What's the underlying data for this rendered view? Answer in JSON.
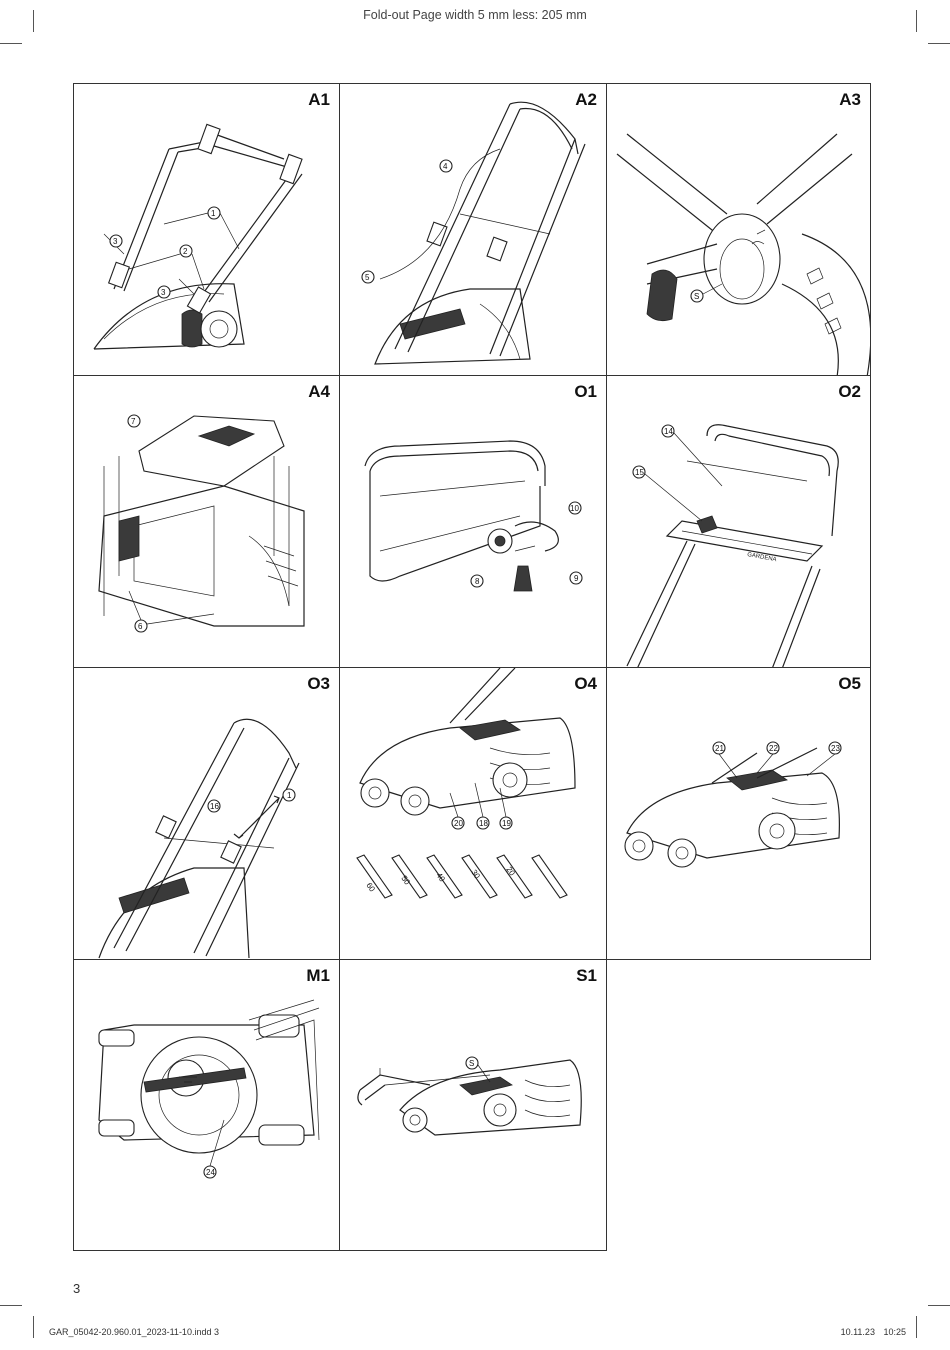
{
  "header": {
    "text": "Fold-out Page width 5 mm less: 205 mm"
  },
  "panels": {
    "a1": {
      "label": "A1",
      "callouts": [
        "1",
        "2",
        "3",
        "3"
      ]
    },
    "a2": {
      "label": "A2",
      "callouts": [
        "4",
        "5"
      ]
    },
    "a3": {
      "label": "A3",
      "callouts": [
        "S"
      ]
    },
    "a4": {
      "label": "A4",
      "callouts": [
        "7",
        "6"
      ]
    },
    "o1": {
      "label": "O1",
      "callouts": [
        "10",
        "8",
        "9"
      ]
    },
    "o2": {
      "label": "O2",
      "callouts": [
        "14",
        "15"
      ],
      "brand_text": "GARDENA"
    },
    "o3": {
      "label": "O3",
      "callouts": [
        "16",
        "1"
      ]
    },
    "o4": {
      "label": "O4",
      "callouts": [
        "20",
        "18",
        "19"
      ],
      "height_marks": [
        "60",
        "50",
        "40",
        "30",
        "20"
      ]
    },
    "o5": {
      "label": "O5",
      "callouts": [
        "21",
        "22",
        "23"
      ]
    },
    "m1": {
      "label": "M1",
      "callouts": [
        "24"
      ]
    },
    "s1": {
      "label": "S1",
      "callouts": [
        "S"
      ]
    }
  },
  "page_number": "3",
  "footer": {
    "file": "GAR_05042-20.960.01_2023-11-10.indd   3",
    "date": "10.11.23",
    "time": "10:25"
  }
}
